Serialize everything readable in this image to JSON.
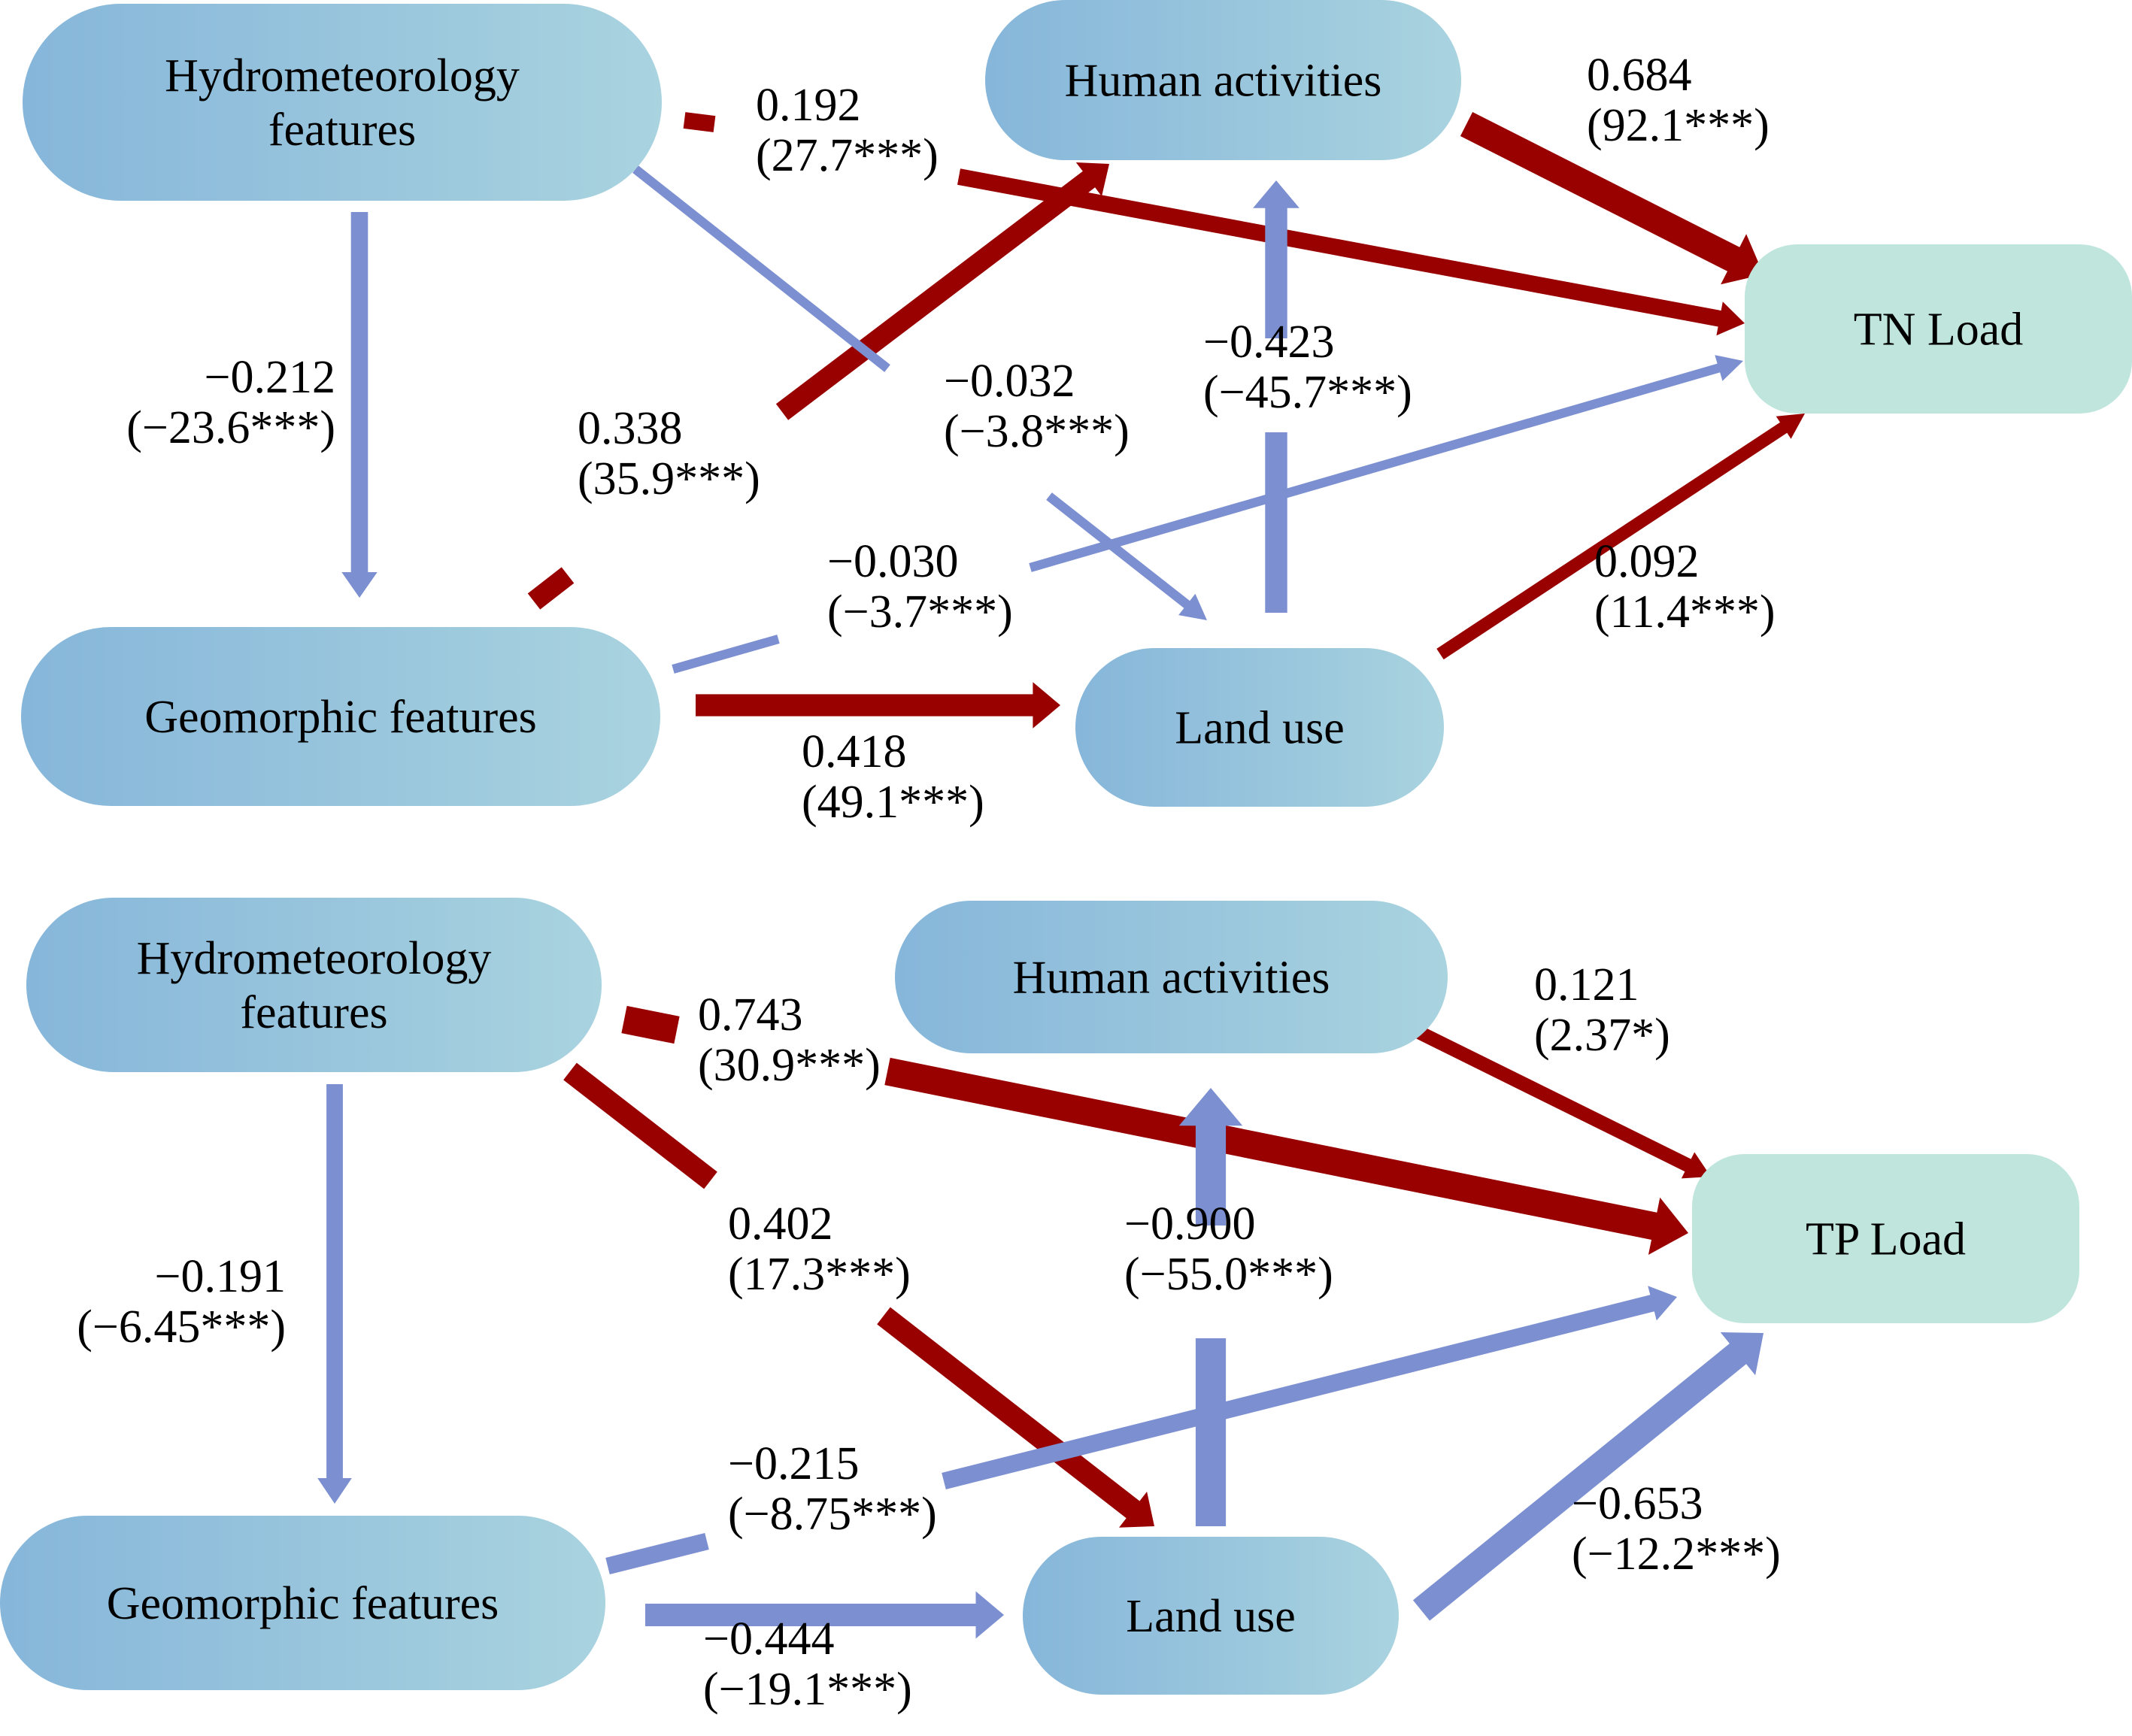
{
  "colors": {
    "positive": "#990000",
    "negative": "#7b8fd1",
    "node_grad_start": "#86b6da",
    "node_grad_end": "#a9d3df",
    "outcome_fill": "#bfe5dc"
  },
  "panels": [
    {
      "nodes": {
        "hydro": [
          "Hydrometeorology",
          "features"
        ],
        "human": [
          "Human activities"
        ],
        "geo": [
          "Geomorphic features"
        ],
        "land": [
          "Land use"
        ],
        "outcome": [
          "TN Load"
        ]
      },
      "edges": [
        {
          "from": "hydro",
          "to": "outcome",
          "sign": "positive",
          "weight": 0.192,
          "lines": [
            "0.192",
            "(27.7***)"
          ]
        },
        {
          "from": "human",
          "to": "outcome",
          "sign": "positive",
          "weight": 0.684,
          "lines": [
            "0.684",
            "(92.1***)"
          ]
        },
        {
          "from": "hydro",
          "to": "geo",
          "sign": "negative",
          "weight": 0.212,
          "lines": [
            "−0.212",
            "(−23.6***)"
          ]
        },
        {
          "from": "geo",
          "to": "human",
          "sign": "positive",
          "weight": 0.338,
          "lines": [
            "0.338",
            "(35.9***)"
          ]
        },
        {
          "from": "hydro",
          "to": "land",
          "sign": "negative",
          "weight": 0.032,
          "lines": [
            "−0.032",
            "(−3.8***)"
          ]
        },
        {
          "from": "land",
          "to": "human",
          "sign": "negative",
          "weight": 0.423,
          "lines": [
            "−0.423",
            "(−45.7***)"
          ]
        },
        {
          "from": "geo",
          "to": "outcome",
          "sign": "negative",
          "weight": 0.03,
          "lines": [
            "−0.030",
            "(−3.7***)"
          ]
        },
        {
          "from": "land",
          "to": "outcome",
          "sign": "positive",
          "weight": 0.092,
          "lines": [
            "0.092",
            "(11.4***)"
          ]
        },
        {
          "from": "geo",
          "to": "land",
          "sign": "positive",
          "weight": 0.418,
          "lines": [
            "0.418",
            "(49.1***)"
          ]
        }
      ]
    },
    {
      "nodes": {
        "hydro": [
          "Hydrometeorology",
          "features"
        ],
        "human": [
          "Human activities"
        ],
        "geo": [
          "Geomorphic features"
        ],
        "land": [
          "Land use"
        ],
        "outcome": [
          "TP Load"
        ]
      },
      "edges": [
        {
          "from": "hydro",
          "to": "outcome",
          "sign": "positive",
          "weight": 0.743,
          "lines": [
            "0.743",
            "(30.9***)"
          ]
        },
        {
          "from": "human",
          "to": "outcome",
          "sign": "positive",
          "weight": 0.121,
          "lines": [
            "0.121",
            "(2.37*)"
          ]
        },
        {
          "from": "hydro",
          "to": "land",
          "sign": "positive",
          "weight": 0.402,
          "lines": [
            "0.402",
            "(17.3***)"
          ]
        },
        {
          "from": "land",
          "to": "human",
          "sign": "negative",
          "weight": 0.9,
          "lines": [
            "−0.900",
            "(−55.0***)"
          ]
        },
        {
          "from": "hydro",
          "to": "geo",
          "sign": "negative",
          "weight": 0.191,
          "lines": [
            "−0.191",
            "(−6.45***)"
          ]
        },
        {
          "from": "geo",
          "to": "outcome",
          "sign": "negative",
          "weight": 0.215,
          "lines": [
            "−0.215",
            "(−8.75***)"
          ]
        },
        {
          "from": "land",
          "to": "outcome",
          "sign": "negative",
          "weight": 0.653,
          "lines": [
            "−0.653",
            "(−12.2***)"
          ]
        },
        {
          "from": "geo",
          "to": "land",
          "sign": "negative",
          "weight": 0.444,
          "lines": [
            "−0.444",
            "(−19.1***)"
          ]
        }
      ]
    }
  ]
}
